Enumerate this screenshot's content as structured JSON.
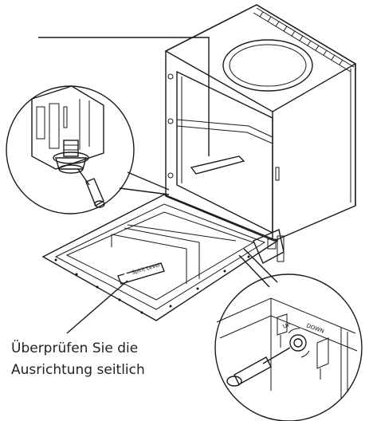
{
  "caption": {
    "line1": "Überprüfen Sie die",
    "line2": "Ausrichtung seitlich"
  },
  "level_tool": {
    "label": "Spirit Level"
  },
  "adjuster": {
    "up_label": "UP",
    "down_label": "DOWN"
  }
}
